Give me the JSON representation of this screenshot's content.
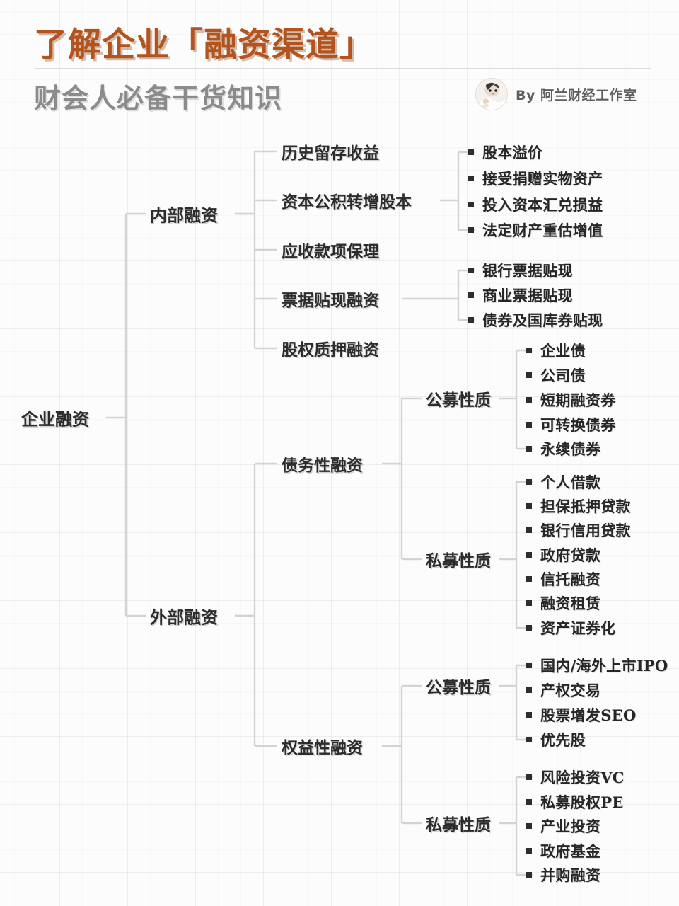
{
  "header": {
    "title": "了解企业「融资渠道」",
    "subtitle": "财会人必备干货知识",
    "byline": "By 阿兰财经工作室",
    "title_color": "#b3541e",
    "subtitle_color": "#8b8b8b",
    "avatar_alt": "avatar"
  },
  "tree": {
    "root": "企业融资",
    "branches": {
      "internal": "内部融资",
      "external": "外部融资",
      "debt": "债务性融资",
      "equity": "权益性融资",
      "debt_public": "公募性质",
      "debt_private": "私募性质",
      "equity_public": "公募性质",
      "equity_private": "私募性质"
    },
    "internal_items": [
      "历史留存收益",
      "资本公积转增股本",
      "应收款项保理",
      "票据贴现融资",
      "股权质押融资"
    ],
    "capital_reserve_leaves": [
      "股本溢价",
      "接受捐赠实物资产",
      "投入资本汇兑损益",
      "法定财产重估增值"
    ],
    "bill_discount_leaves": [
      "银行票据贴现",
      "商业票据贴现",
      "债券及国库券贴现"
    ],
    "debt_public_leaves": [
      "企业债",
      "公司债",
      "短期融资券",
      "可转换债券",
      "永续债券"
    ],
    "debt_private_leaves": [
      "个人借款",
      "担保抵押贷款",
      "银行信用贷款",
      "政府贷款",
      "信托融资",
      "融资租赁",
      "资产证券化"
    ],
    "equity_public_leaves": [
      "国内/海外上市IPO",
      "产权交易",
      "股票增发SEO",
      "优先股"
    ],
    "equity_private_leaves": [
      "风险投资VC",
      "私募股权PE",
      "产业投资",
      "政府基金",
      "并购融资"
    ]
  }
}
